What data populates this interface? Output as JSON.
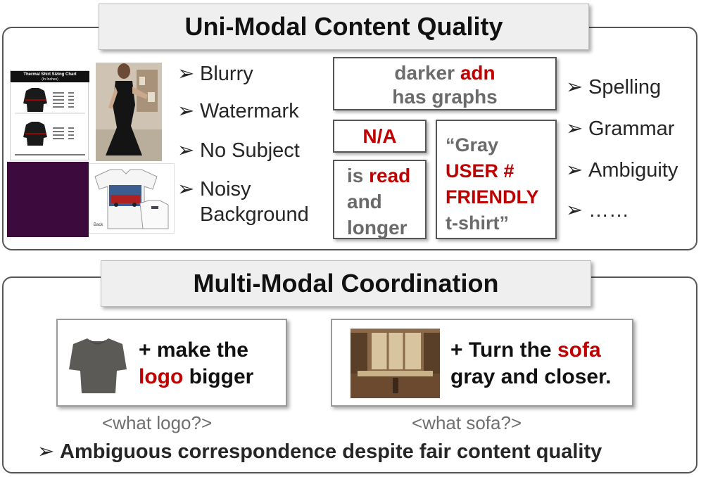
{
  "top": {
    "title": "Uni-Modal Content Quality",
    "image_issues": [
      "Blurry",
      "Watermark",
      "No Subject",
      "Noisy",
      "Background"
    ],
    "text_issues": [
      "Spelling",
      "Grammar",
      "Ambiguity",
      "……"
    ],
    "chart_title": "Thermal Shirt Sizing Chart",
    "chart_subtitle": "(In Inches)",
    "tshirt_caption": "Back",
    "box1": {
      "a": "darker ",
      "b": "adn",
      "c": "has graphs"
    },
    "box2": "N/A",
    "box3": {
      "a": "is ",
      "b": "read",
      "c": "and",
      "d": "longer"
    },
    "box4": {
      "a": "“Gray",
      "b": "USER #",
      "c": "FRIENDLY",
      "d": "t-shirt”"
    }
  },
  "bottom": {
    "title": "Multi-Modal Coordination",
    "card1": {
      "a": "+ make the",
      "b": "logo",
      "c": " bigger"
    },
    "card2": {
      "a": "+ Turn the ",
      "b": "sofa",
      "c": "gray and closer."
    },
    "note1": "<what logo?>",
    "note2": "<what sofa?>",
    "conclusion": "Ambiguous correspondence despite fair content quality"
  },
  "arrow": "➢",
  "colors": {
    "accent_red": "#c00000",
    "panel_border": "#555555",
    "title_bg": "#efefef"
  }
}
